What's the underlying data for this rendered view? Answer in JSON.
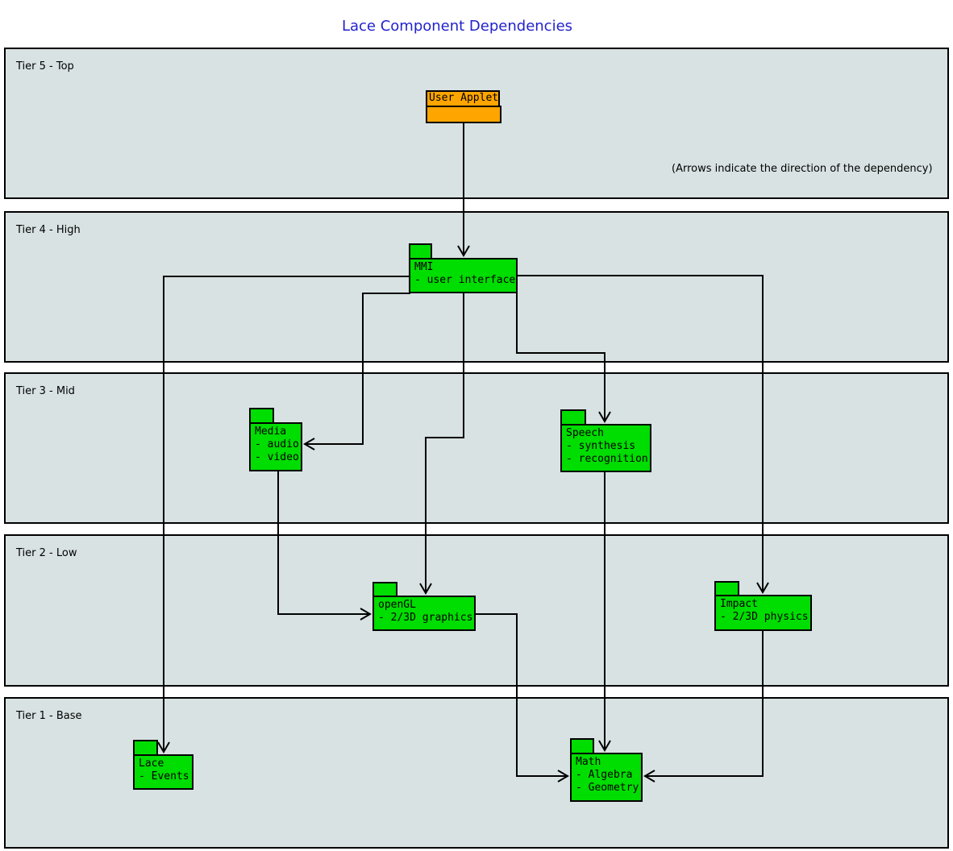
{
  "title": "Lace Component Dependencies",
  "annotation": "(Arrows indicate the direction of the dependency)",
  "tiers": [
    {
      "label": "Tier 5 - Top"
    },
    {
      "label": "Tier 4 - High"
    },
    {
      "label": "Tier 3 - Mid"
    },
    {
      "label": "Tier 2 - Low"
    },
    {
      "label": "Tier 1 - Base"
    }
  ],
  "components": {
    "user_applet": {
      "name": "User Applet",
      "details": [],
      "tier": "Tier 5 - Top"
    },
    "mmi": {
      "name": "MMI",
      "details": [
        "- user interface"
      ],
      "tier": "Tier 4 - High"
    },
    "media": {
      "name": "Media",
      "details": [
        "- audio",
        "- video"
      ],
      "tier": "Tier 3 - Mid"
    },
    "speech": {
      "name": "Speech",
      "details": [
        "- synthesis",
        "- recognition"
      ],
      "tier": "Tier 3 - Mid"
    },
    "opengl": {
      "name": "openGL",
      "details": [
        "- 2/3D graphics"
      ],
      "tier": "Tier 2 - Low"
    },
    "impact": {
      "name": "Impact",
      "details": [
        "- 2/3D physics"
      ],
      "tier": "Tier 2 - Low"
    },
    "lace": {
      "name": "Lace",
      "details": [
        "- Events"
      ],
      "tier": "Tier 1 - Base"
    },
    "math": {
      "name": "Math",
      "details": [
        "- Algebra",
        "- Geometry"
      ],
      "tier": "Tier 1 - Base"
    }
  },
  "edges": [
    {
      "from": "User Applet",
      "to": "MMI"
    },
    {
      "from": "MMI",
      "to": "Lace"
    },
    {
      "from": "MMI",
      "to": "Media"
    },
    {
      "from": "MMI",
      "to": "openGL"
    },
    {
      "from": "MMI",
      "to": "Speech"
    },
    {
      "from": "MMI",
      "to": "Impact"
    },
    {
      "from": "Media",
      "to": "openGL"
    },
    {
      "from": "openGL",
      "to": "Math"
    },
    {
      "from": "Speech",
      "to": "Math"
    },
    {
      "from": "Impact",
      "to": "Math"
    }
  ],
  "colors": {
    "node_green": "#00dd00",
    "node_orange": "#ffa500",
    "tier_fill": "#d8e2e2",
    "tier_border": "#000000",
    "title_blue": "#2222cc",
    "line": "#000000"
  }
}
